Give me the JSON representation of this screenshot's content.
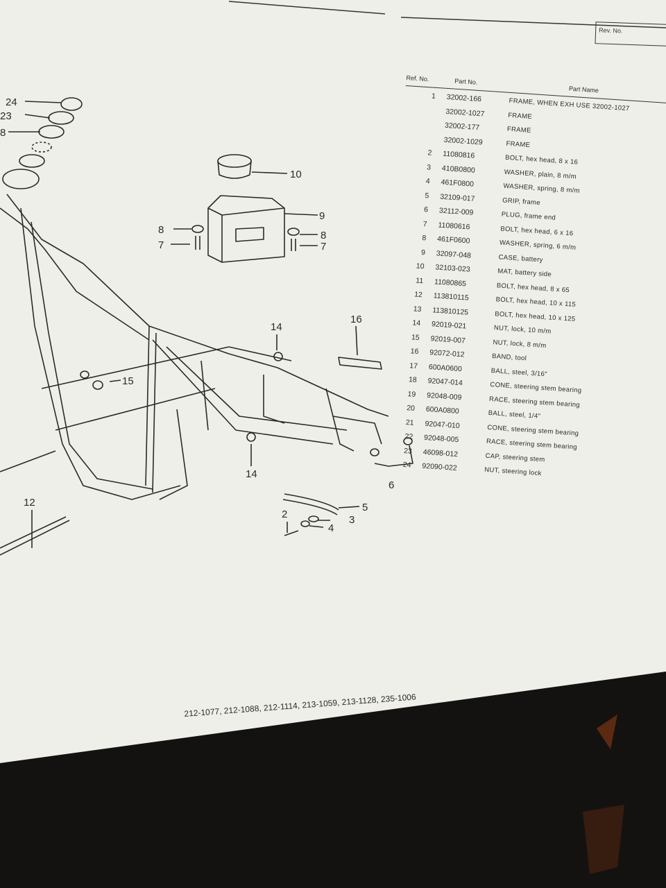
{
  "header": {
    "rev_label": "Rev. No."
  },
  "table": {
    "col_ref": "Ref. No.",
    "col_part": "Part No.",
    "col_name": "Part Name",
    "rows": [
      {
        "ref": "1",
        "part": "32002-166",
        "name": "FRAME, WHEN EXH USE 32002-1027"
      },
      {
        "ref": "",
        "part": "32002-1027",
        "name": "FRAME"
      },
      {
        "ref": "",
        "part": "32002-177",
        "name": "FRAME"
      },
      {
        "ref": "",
        "part": "32002-1029",
        "name": "FRAME"
      },
      {
        "ref": "2",
        "part": "11080816",
        "name": "BOLT, hex head, 8 x 16"
      },
      {
        "ref": "3",
        "part": "410B0800",
        "name": "WASHER, plain, 8 m/m"
      },
      {
        "ref": "4",
        "part": "461F0800",
        "name": "WASHER, spring, 8 m/m"
      },
      {
        "ref": "5",
        "part": "32109-017",
        "name": "GRIP, frame"
      },
      {
        "ref": "6",
        "part": "32112-009",
        "name": "PLUG, frame end"
      },
      {
        "ref": "7",
        "part": "11080616",
        "name": "BOLT, hex head, 6 x 16"
      },
      {
        "ref": "8",
        "part": "461F0600",
        "name": "WASHER, spring, 6 m/m"
      },
      {
        "ref": "9",
        "part": "32097-048",
        "name": "CASE, battery"
      },
      {
        "ref": "10",
        "part": "32103-023",
        "name": "MAT, battery side"
      },
      {
        "ref": "11",
        "part": "11080865",
        "name": "BOLT, hex head, 8 x 65"
      },
      {
        "ref": "12",
        "part": "113810115",
        "name": "BOLT, hex head, 10 x 115"
      },
      {
        "ref": "13",
        "part": "113810125",
        "name": "BOLT, hex head, 10 x 125"
      },
      {
        "ref": "14",
        "part": "92019-021",
        "name": "NUT, lock, 10 m/m"
      },
      {
        "ref": "15",
        "part": "92019-007",
        "name": "NUT, lock, 8 m/m"
      },
      {
        "ref": "16",
        "part": "92072-012",
        "name": "BAND, tool"
      },
      {
        "ref": "17",
        "part": "600A0600",
        "name": "BALL, steel, 3/16\""
      },
      {
        "ref": "18",
        "part": "92047-014",
        "name": "CONE, steering stem bearing"
      },
      {
        "ref": "19",
        "part": "92048-009",
        "name": "RACE, steering stem bearing"
      },
      {
        "ref": "20",
        "part": "600A0800",
        "name": "BALL, steel, 1/4\""
      },
      {
        "ref": "21",
        "part": "92047-010",
        "name": "CONE, steering stem bearing"
      },
      {
        "ref": "22",
        "part": "92048-005",
        "name": "RACE, steering stem bearing"
      },
      {
        "ref": "23",
        "part": "46098-012",
        "name": "CAP, steering stem"
      },
      {
        "ref": "24",
        "part": "92090-022",
        "name": "NUT, steering lock"
      }
    ]
  },
  "diagram": {
    "callouts": [
      "24",
      "23",
      "8",
      "10",
      "9",
      "8",
      "7",
      "8",
      "7",
      "14",
      "16",
      "15",
      "14",
      "6",
      "5",
      "3",
      "4",
      "2",
      "12"
    ]
  },
  "footer": {
    "codes": "212-1077, 212-1088, 212-1114, 213-1059, 213-1128, 235-1006"
  }
}
